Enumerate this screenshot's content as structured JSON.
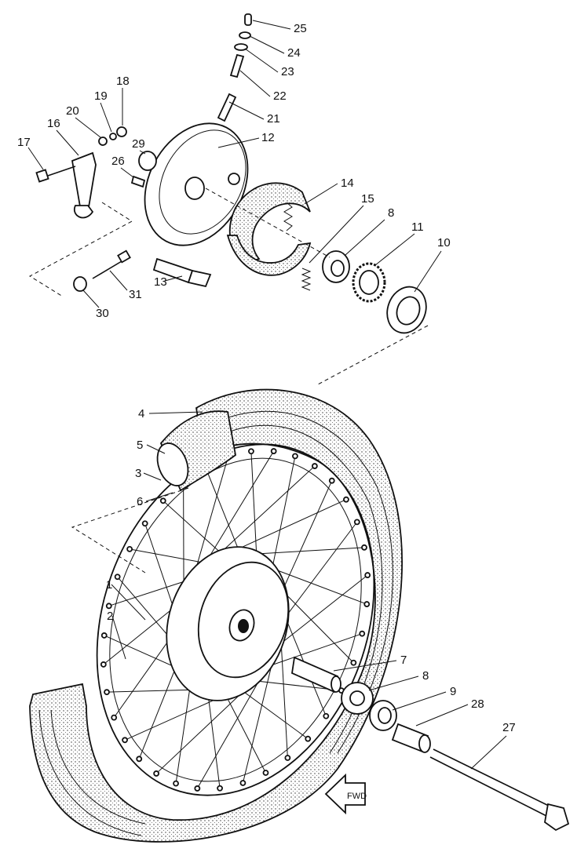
{
  "figure": {
    "callouts": [
      {
        "id": "c1",
        "label": "1"
      },
      {
        "id": "c2",
        "label": "2"
      },
      {
        "id": "c3",
        "label": "3"
      },
      {
        "id": "c4",
        "label": "4"
      },
      {
        "id": "c5",
        "label": "5"
      },
      {
        "id": "c6",
        "label": "6"
      },
      {
        "id": "c7",
        "label": "7"
      },
      {
        "id": "c8a",
        "label": "8"
      },
      {
        "id": "c8b",
        "label": "8"
      },
      {
        "id": "c9",
        "label": "9"
      },
      {
        "id": "c10",
        "label": "10"
      },
      {
        "id": "c11",
        "label": "11"
      },
      {
        "id": "c12",
        "label": "12"
      },
      {
        "id": "c13",
        "label": "13"
      },
      {
        "id": "c14",
        "label": "14"
      },
      {
        "id": "c15",
        "label": "15"
      },
      {
        "id": "c16",
        "label": "16"
      },
      {
        "id": "c17",
        "label": "17"
      },
      {
        "id": "c18",
        "label": "18"
      },
      {
        "id": "c19",
        "label": "19"
      },
      {
        "id": "c20",
        "label": "20"
      },
      {
        "id": "c21",
        "label": "21"
      },
      {
        "id": "c22",
        "label": "22"
      },
      {
        "id": "c23",
        "label": "23"
      },
      {
        "id": "c24",
        "label": "24"
      },
      {
        "id": "c25",
        "label": "25"
      },
      {
        "id": "c26",
        "label": "26"
      },
      {
        "id": "c27",
        "label": "27"
      },
      {
        "id": "c28",
        "label": "28"
      },
      {
        "id": "c29",
        "label": "29"
      },
      {
        "id": "c30",
        "label": "30"
      },
      {
        "id": "c31",
        "label": "31"
      }
    ],
    "fwd_label": "FWD"
  }
}
